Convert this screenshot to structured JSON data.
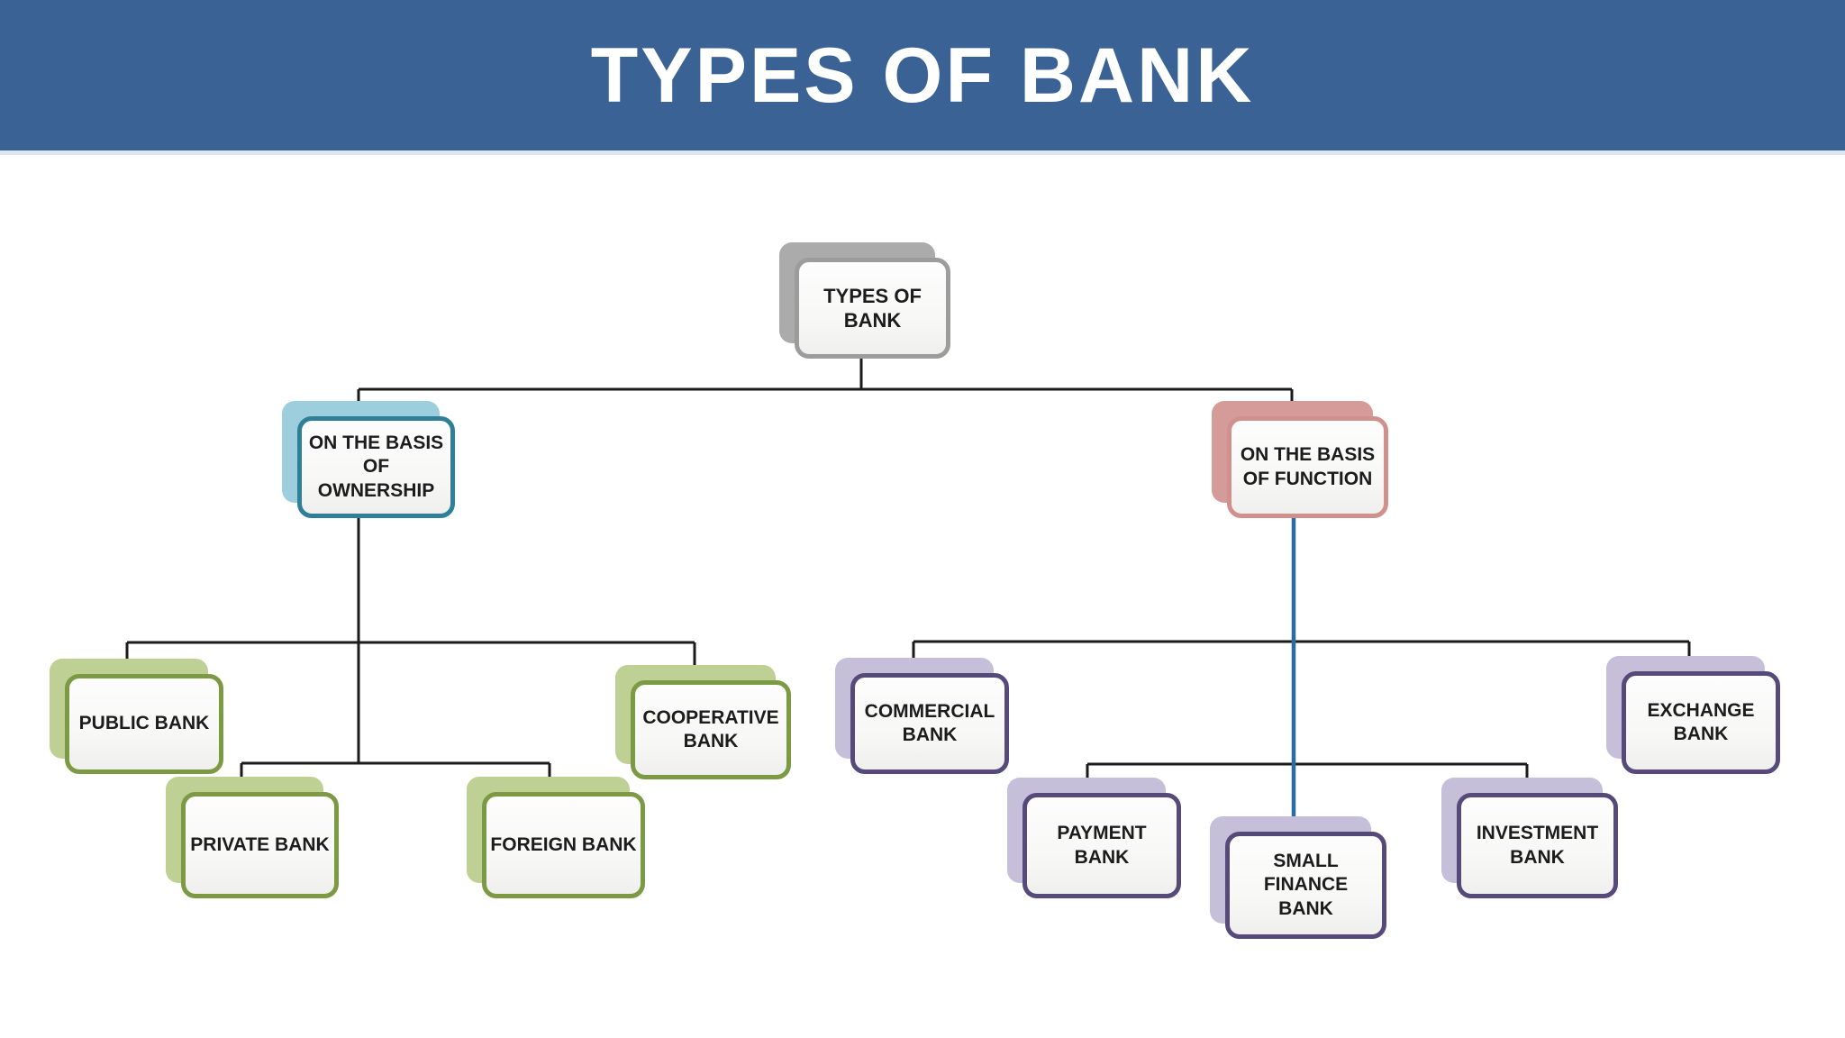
{
  "banner": {
    "title": "TYPES OF BANK"
  },
  "colors": {
    "banner_bg": "#3a6295",
    "banner_text": "#ffffff",
    "line_black": "#1b1b1b",
    "line_blue": "#2d6ca3",
    "gray_border": "#9c9c9c",
    "gray_shadow": "#ababab",
    "teal_border": "#2e7f97",
    "teal_shadow": "#9dcedd",
    "pink_border": "#d0908e",
    "pink_shadow": "#d59b99",
    "green_border": "#7c9a44",
    "green_shadow": "#bed093",
    "purple_border": "#564a7a",
    "purple_shadow": "#c6bfd9"
  },
  "nodes": {
    "root": {
      "label": "TYPES OF BANK"
    },
    "ownership": {
      "label": "ON THE BASIS OF OWNERSHIP"
    },
    "function": {
      "label": "ON THE BASIS OF FUNCTION"
    },
    "public": {
      "label": "PUBLIC BANK"
    },
    "private": {
      "label": "PRIVATE BANK"
    },
    "foreign": {
      "label": "FOREIGN BANK"
    },
    "cooperative": {
      "label": "COOPERATIVE BANK"
    },
    "commercial": {
      "label": "COMMERCIAL BANK"
    },
    "payment": {
      "label": "PAYMENT BANK"
    },
    "small_finance": {
      "label": "SMALL FINANCE BANK"
    },
    "investment": {
      "label": "INVESTMENT BANK"
    },
    "exchange": {
      "label": "EXCHANGE BANK"
    }
  },
  "hierarchy": {
    "TYPES OF BANK": {
      "ON THE BASIS OF OWNERSHIP": [
        "PUBLIC BANK",
        "PRIVATE BANK",
        "FOREIGN BANK",
        "COOPERATIVE BANK"
      ],
      "ON THE BASIS OF FUNCTION": [
        "COMMERCIAL BANK",
        "PAYMENT BANK",
        "SMALL FINANCE BANK",
        "INVESTMENT BANK",
        "EXCHANGE BANK"
      ]
    }
  }
}
